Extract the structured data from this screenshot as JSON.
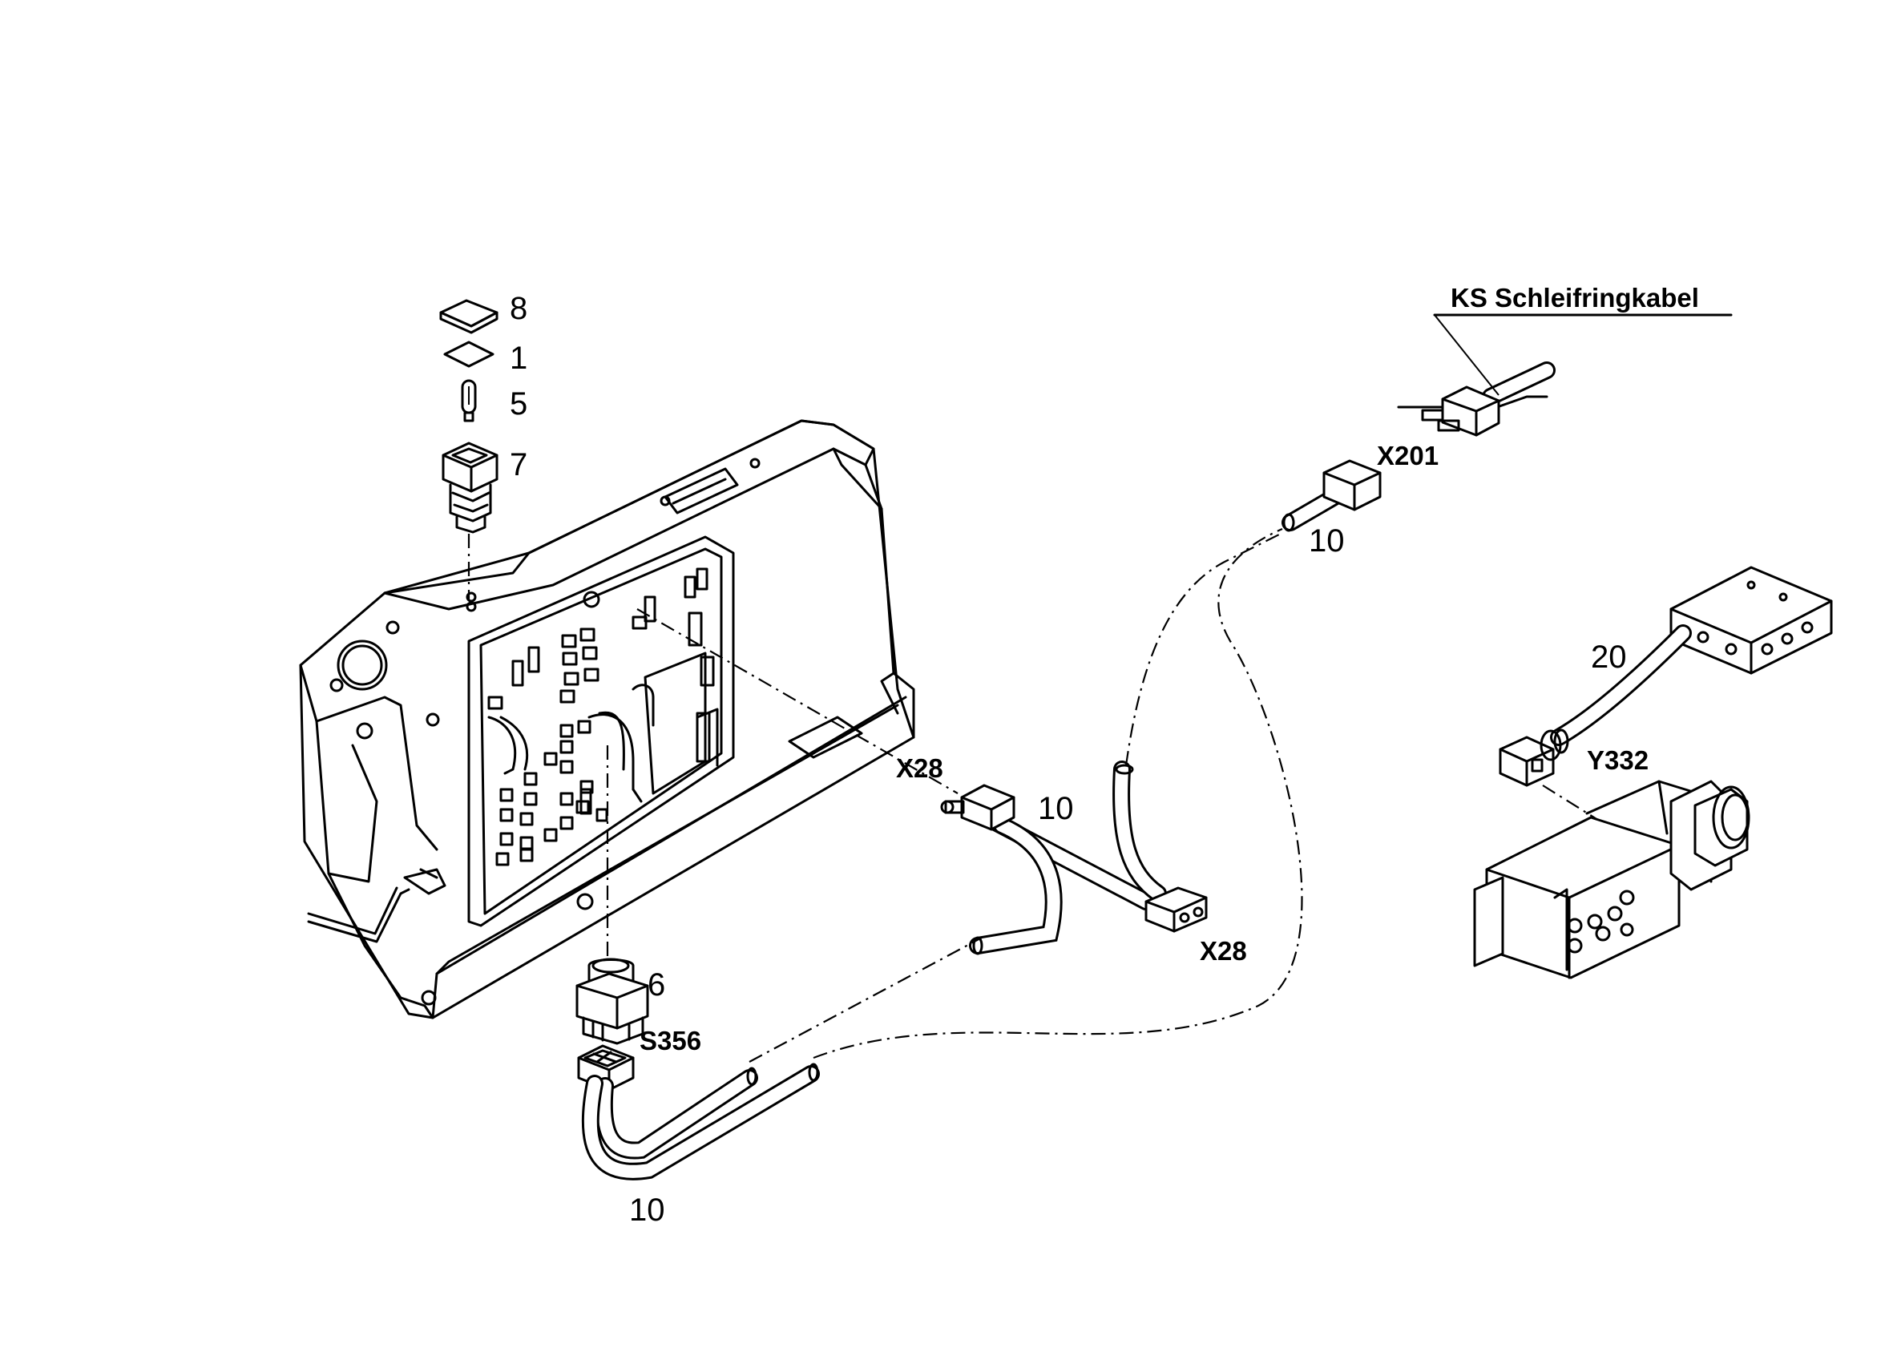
{
  "labels": {
    "part_8": "8",
    "part_1": "1",
    "part_5": "5",
    "part_7": "7",
    "part_6": "6",
    "part_10_top": "10",
    "part_10_mid": "10",
    "part_10_bottom": "10",
    "part_20": "20",
    "x201": "X201",
    "x28_left": "X28",
    "x28_right": "X28",
    "s356": "S356",
    "y332": "Y332",
    "ks_cable": "KS Schleifringkabel"
  }
}
